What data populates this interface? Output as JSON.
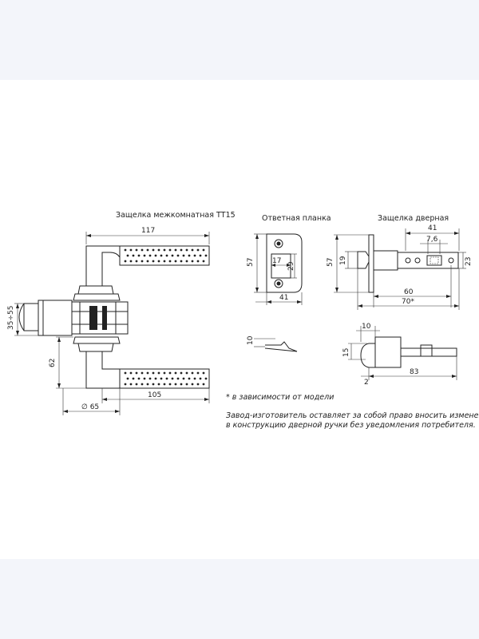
{
  "titles": {
    "latch_interior": "Защелка межкомнатная ТТ15",
    "strike_plate": "Ответная планка",
    "latch_door": "Защелка дверная"
  },
  "dims": {
    "d117": "117",
    "d35_55": "35÷55",
    "d62": "62",
    "d105": "105",
    "d65": "∅ 65",
    "d57a": "57",
    "d17": "17",
    "d29": "29",
    "d41a": "41",
    "d10a": "10",
    "d57b": "57",
    "d19": "19",
    "d41b": "41",
    "d7_6": "7,6",
    "d23": "23",
    "d60": "60",
    "d70": "70*",
    "d10b": "10",
    "d15": "15",
    "d2": "2",
    "d83": "83"
  },
  "notes": {
    "model_note": "* в зависимости от модели",
    "disclaimer_line1": "Завод-изготовитель оставляет за собой право вносить изменения",
    "disclaimer_line2": "в конструкцию дверной ручки без уведомления потребителя."
  }
}
